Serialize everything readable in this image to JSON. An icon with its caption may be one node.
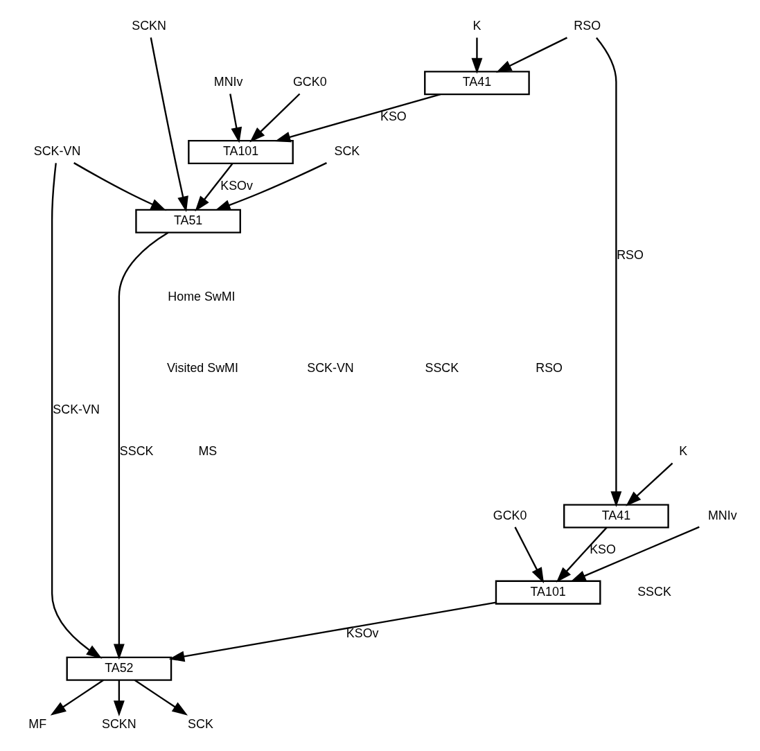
{
  "diagram": {
    "nodes": [
      {
        "text": [
          "SCKN"
        ]
      },
      {
        "text": [
          "K"
        ]
      },
      {
        "text": [
          "RSO"
        ]
      },
      {
        "text": [
          "SCK-VN"
        ]
      },
      {
        "text": [
          "SCK"
        ]
      },
      {
        "text": [
          "TA41"
        ]
      },
      {
        "text": [
          "MNIv"
        ]
      },
      {
        "text": [
          "GCK0"
        ]
      },
      {
        "text": [
          "TA101"
        ]
      },
      {
        "text": [
          "TA51"
        ]
      },
      {
        "text": [
          "K"
        ]
      },
      {
        "text": [
          "TA41"
        ]
      },
      {
        "text": [
          "MNIv"
        ]
      },
      {
        "text": [
          "GCK0"
        ]
      },
      {
        "text": [
          "TA101"
        ]
      },
      {
        "text": [
          "TA52"
        ]
      },
      {
        "text": [
          "MF"
        ]
      },
      {
        "text": [
          "SCKN"
        ]
      },
      {
        "text": [
          "SCK"
        ]
      }
    ],
    "edges": [
      {
        "from": 1,
        "to": 5,
        "arrow": "to"
      },
      {
        "from": 2,
        "to": 5,
        "arrow": "to"
      },
      {
        "from": 5,
        "to": 8,
        "arrow": "to",
        "label": "KSO"
      },
      {
        "from": 6,
        "to": 8,
        "arrow": "to"
      },
      {
        "from": 7,
        "to": 8,
        "arrow": "to"
      },
      {
        "from": 3,
        "to": 9,
        "arrow": "to"
      },
      {
        "from": 4,
        "to": 9,
        "arrow": "to"
      },
      {
        "from": 0,
        "to": 9,
        "arrow": "to"
      },
      {
        "from": 8,
        "to": 9,
        "arrow": "to",
        "label": "KSOv"
      },
      {
        "from": 9,
        "to": 15,
        "arrow": "to",
        "label": "SSCK"
      },
      {
        "from": 3,
        "to": 15,
        "arrow": "to",
        "label": "SCK-VN"
      },
      {
        "from": 2,
        "to": 11,
        "arrow": "to",
        "label": "RSO"
      },
      {
        "from": 10,
        "to": 11,
        "arrow": "to"
      },
      {
        "from": 11,
        "to": 14,
        "arrow": "to",
        "label": "KSO"
      },
      {
        "from": 12,
        "to": 14,
        "arrow": "to"
      },
      {
        "from": 13,
        "to": 14,
        "arrow": "to"
      },
      {
        "from": 14,
        "to": 15,
        "arrow": "to",
        "label": "KSOv"
      },
      {
        "from": 15,
        "to": 16,
        "arrow": "to"
      },
      {
        "from": 15,
        "to": 17,
        "arrow": "to"
      },
      {
        "from": 15,
        "to": 18,
        "arrow": "to"
      }
    ],
    "labels": [
      "Home SwMI",
      "Visited SwMI",
      "SCK-VN",
      "SSCK",
      "RSO",
      "MS",
      "SSCK"
    ]
  }
}
